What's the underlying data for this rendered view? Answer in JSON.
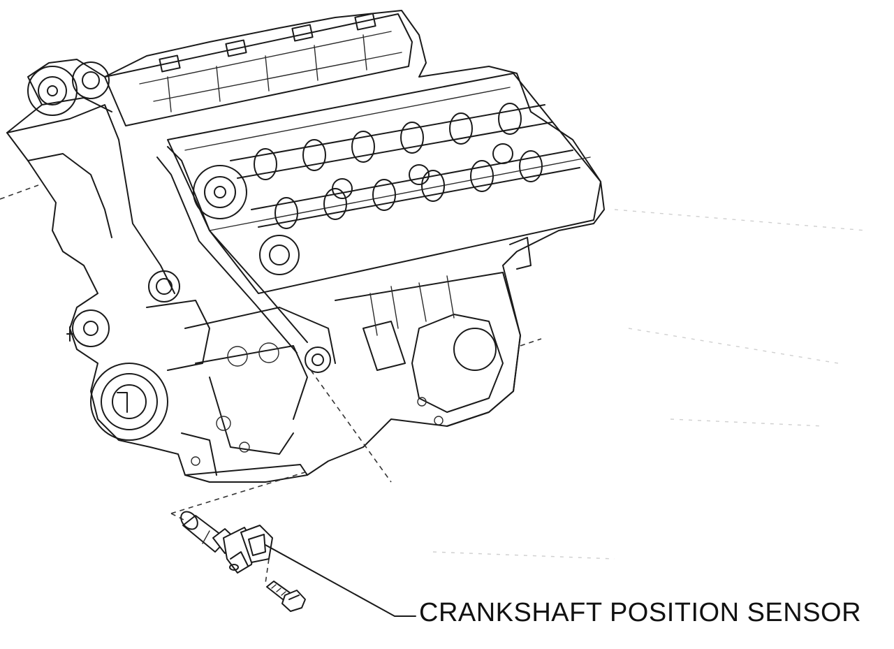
{
  "callout": {
    "label": "CRANKSHAFT POSITION SENSOR"
  },
  "drawing": {
    "ink_color": "#1a1a1a",
    "background_color": "#ffffff",
    "parts": [
      "engine-block",
      "crankshaft-position-sensor",
      "mounting-bolt"
    ]
  }
}
